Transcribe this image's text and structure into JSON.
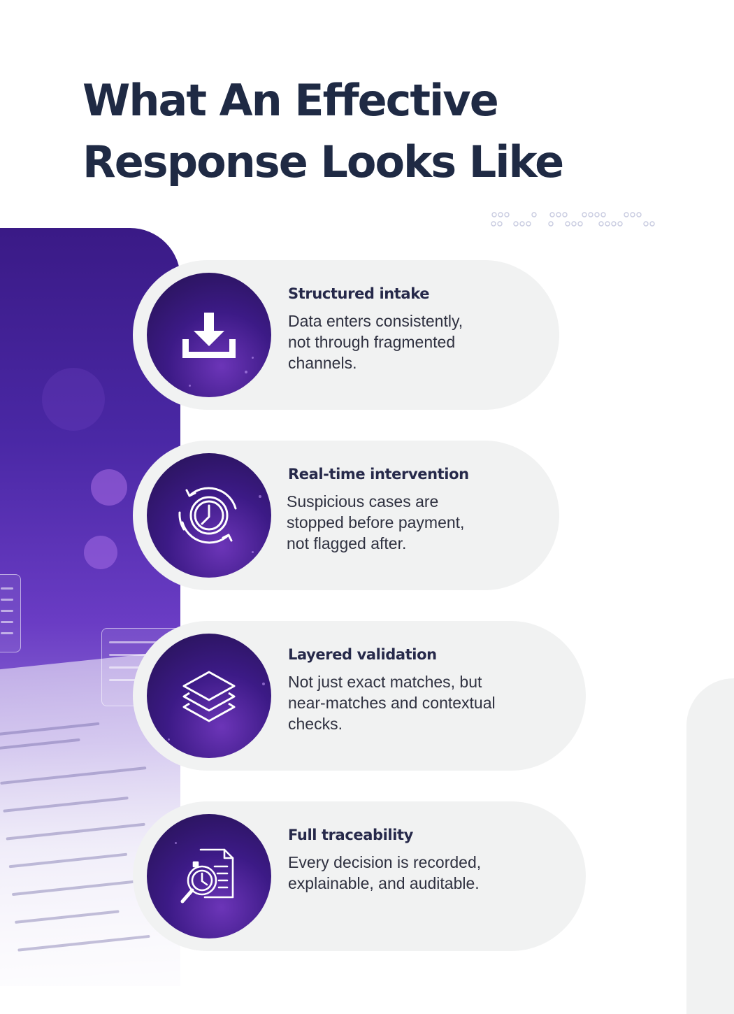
{
  "heading": "What An Effective\nResponse Looks Like",
  "items": [
    {
      "title": "Structured intake",
      "description": "Data enters consistently,\nnot through fragmented\nchannels.",
      "icon": "download-tray-icon"
    },
    {
      "title": "Real-time intervention",
      "description": "Suspicious cases are\nstopped before payment,\nnot flagged after.",
      "icon": "clock-refresh-icon"
    },
    {
      "title": "Layered validation",
      "description": "Not just exact matches, but\nnear-matches and contextual\nchecks.",
      "icon": "layers-icon"
    },
    {
      "title": "Full traceability",
      "description": "Every decision is recorded,\nexplainable, and auditable.",
      "icon": "document-search-clock-icon"
    }
  ],
  "colors": {
    "heading": "#1f2a44",
    "card_background": "#f1f2f2",
    "icon_circle": "#3c1a86",
    "accent_purple": "#6a3cc4"
  }
}
